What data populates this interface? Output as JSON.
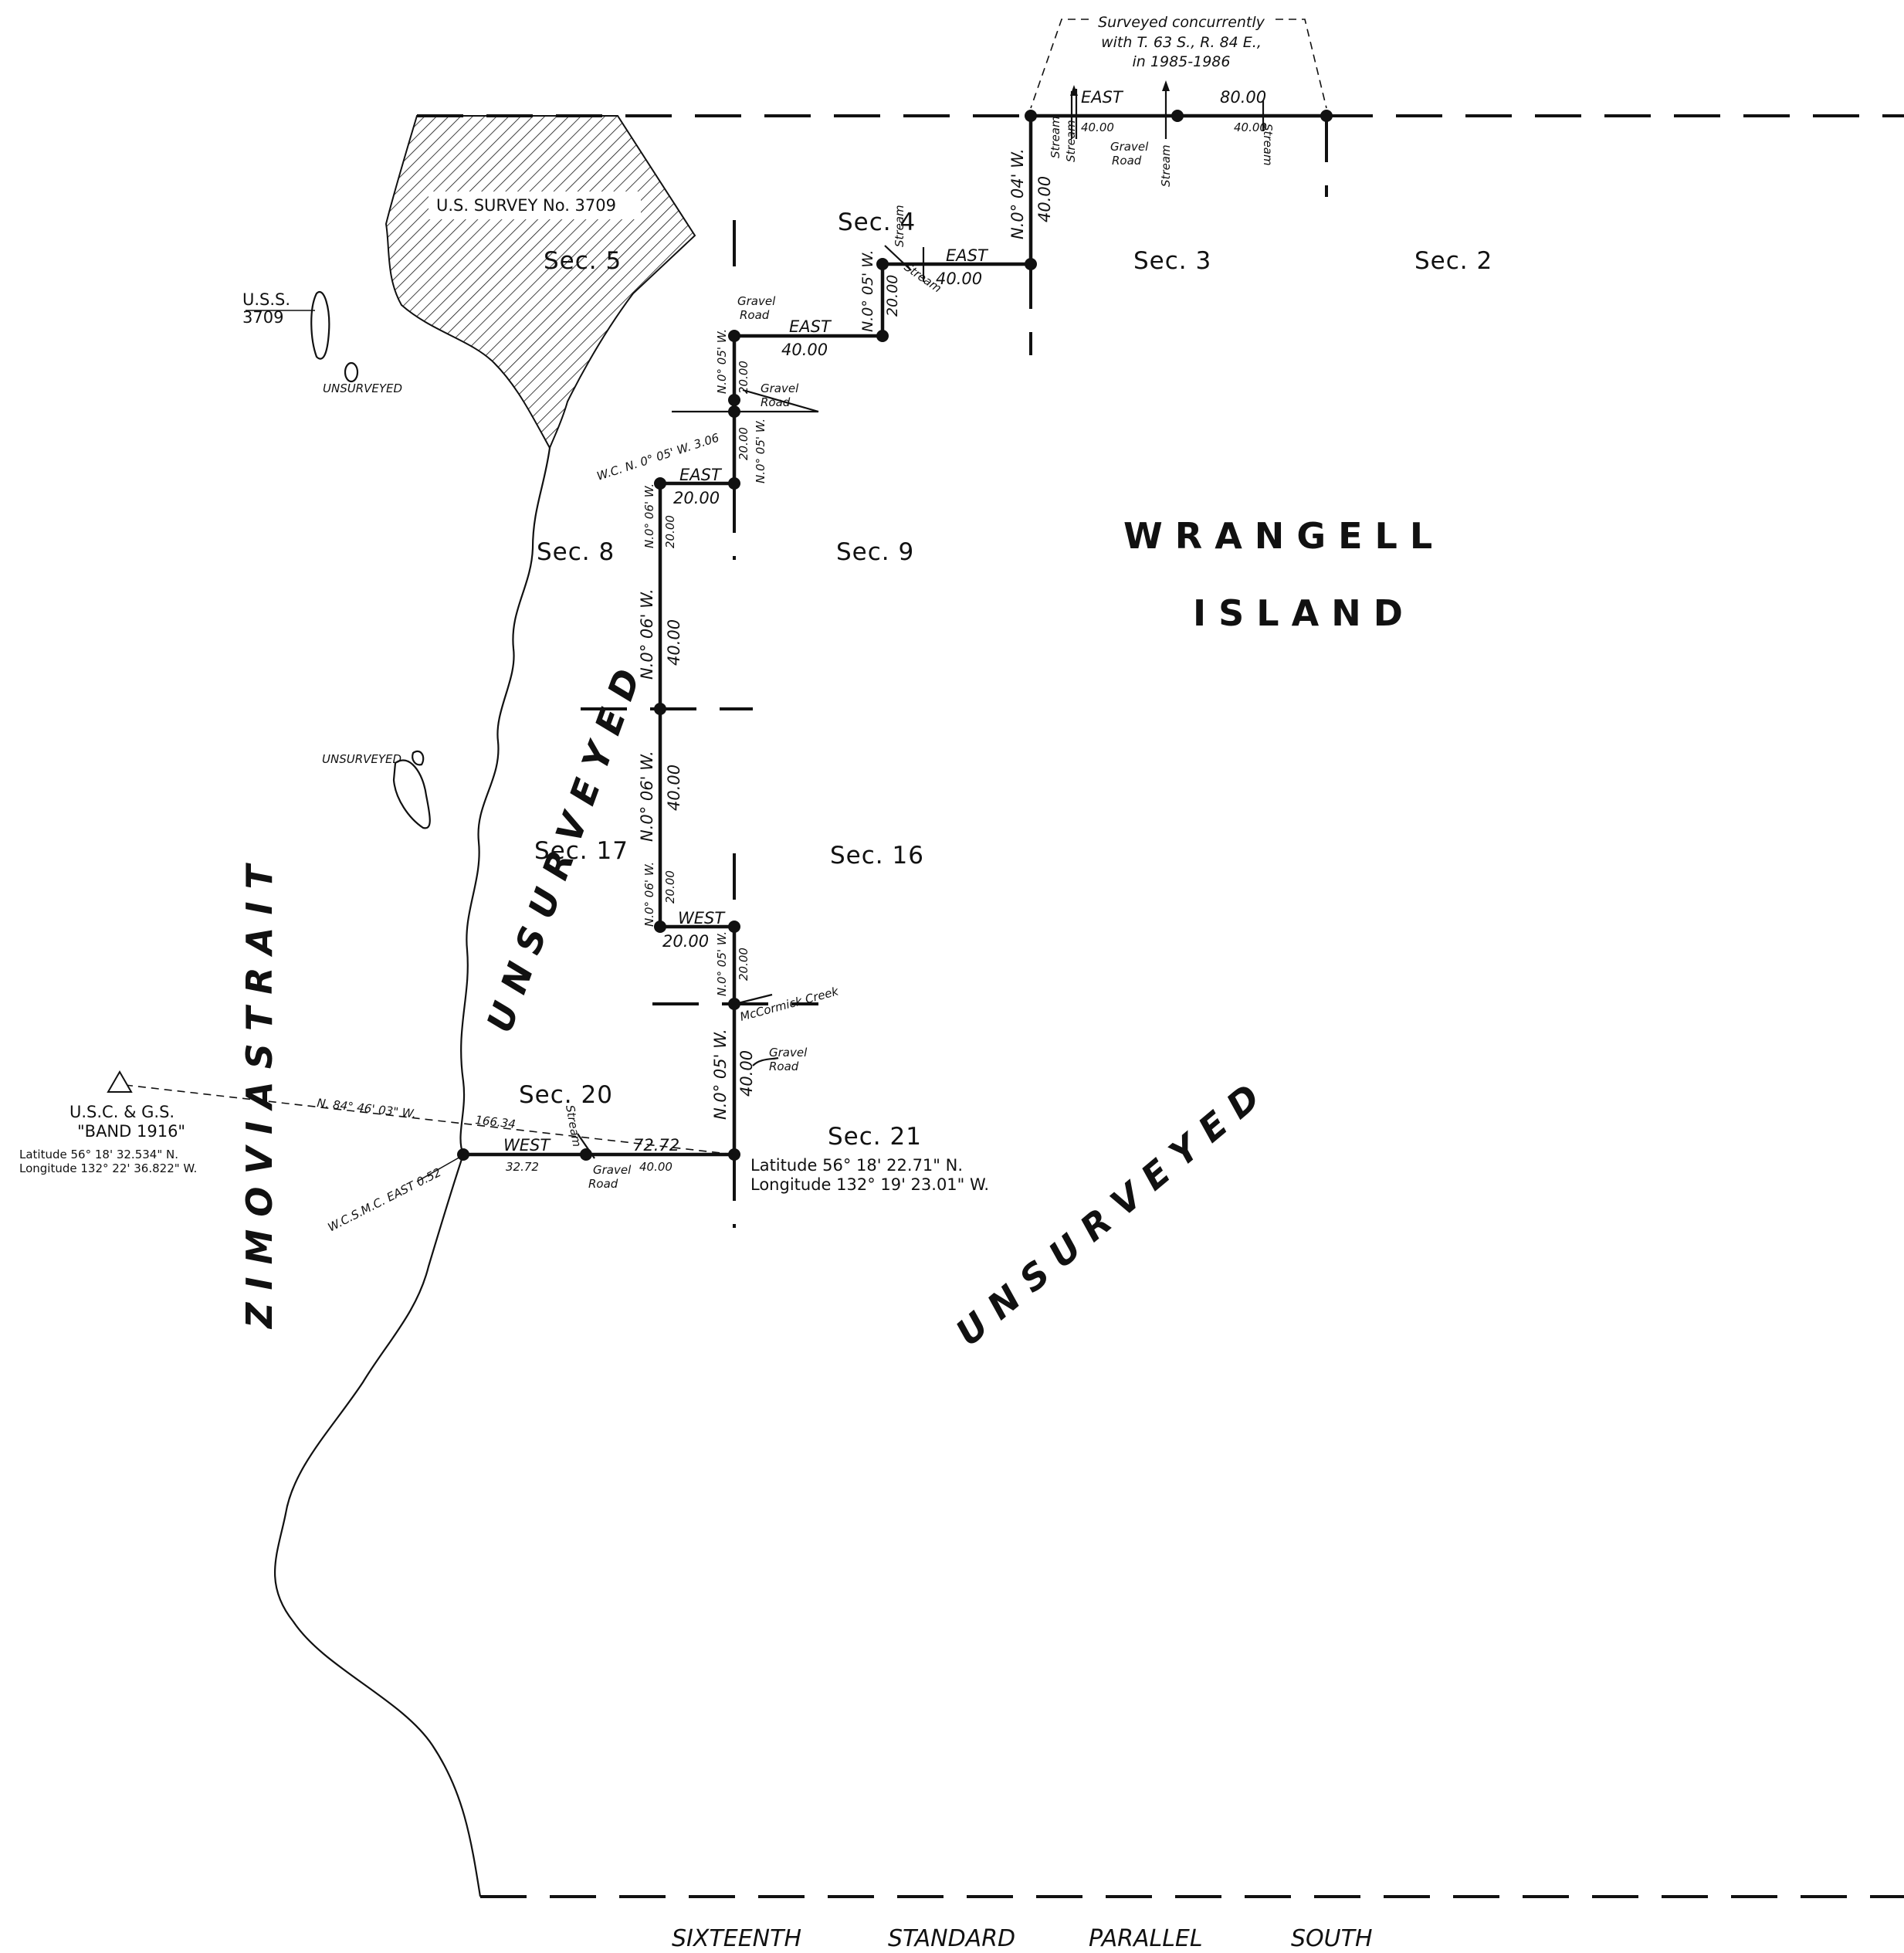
{
  "map": {
    "sections": {
      "s2": "Sec.  2",
      "s3": "Sec.  3",
      "s4": "Sec.  4",
      "s5": "Sec.  5",
      "s8": "Sec.  8",
      "s9": "Sec.  9",
      "s16": "Sec.  16",
      "s17": "Sec.  17",
      "s20": "Sec.  20",
      "s21": "Sec.  21"
    },
    "region_labels": {
      "wrangell": "W R A N G E L L",
      "island": "I S L A N D",
      "zimovia": "Z I M O V I A   S T R A I T",
      "unsurveyed_west": "U N S U R V E Y E D",
      "unsurveyed_east": "U N S U R V E Y E D",
      "unsurveyed_small_1": "UNSURVEYED",
      "unsurveyed_small_2": "UNSURVEYED"
    },
    "survey": {
      "uss_label": "U.S. SURVEY No. 3709",
      "uss_small_1": "U.S.S.",
      "uss_small_2": "3709"
    },
    "concurrent_note": {
      "line1": "Surveyed concurrently",
      "line2": "with T. 63 S., R. 84 E.,",
      "line3": "in 1985-1986"
    },
    "bearings": {
      "top_east": "EAST",
      "top_8000": "80.00",
      "top_4000_a": "40.00",
      "top_4000_b": "40.00",
      "n004w": "N.0° 04' W.",
      "n004w_dist": "40.00",
      "sec4_east": "EAST",
      "sec4_east_dist": "40.00",
      "n005w_a": "N.0° 05' W.",
      "n005w_a_dist": "20.00",
      "sec5_east": "EAST",
      "sec5_east_dist": "40.00",
      "n005w_b": "N.0° 05' W.",
      "n005w_b_dist": "20.00",
      "wc_note": "W.C. N. 0° 05' W. 3.06",
      "n005w_c": "N.0° 05' W.",
      "n005w_c_dist": "20.00",
      "sec8_east": "EAST",
      "sec8_east_dist": "20.00",
      "n006w_a": "N.0° 06' W.",
      "n006w_a_dist": "20.00",
      "n006w_b": "N.0° 06' W.",
      "n006w_b_dist": "40.00",
      "n006w_c": "N.0° 06' W.",
      "n006w_c_dist": "40.00",
      "n006w_d": "N.0° 06' W.",
      "n006w_d_dist": "20.00",
      "sec17_west": "WEST",
      "sec17_west_dist": "20.00",
      "n005w_d": "N.0° 05' W.",
      "n005w_d_dist": "20.00",
      "n005w_e": "N.0° 05' W.",
      "n005w_e_dist": "40.00",
      "bottom_west": "WEST",
      "bottom_3272": "32.72",
      "bottom_7272": "72.72",
      "bottom_4000": "40.00",
      "tie_bearing": "N. 84° 46' 03\" W.",
      "tie_dist": "166.34",
      "wcsmc": "W.C.S.M.C. EAST 0.52"
    },
    "features": {
      "stream": "Stream",
      "gravel": "Gravel",
      "road": "Road",
      "mccormick": "McCormick Creek"
    },
    "station": {
      "name1": "U.S.C. & G.S.",
      "name2": "\"BAND 1916\"",
      "lat": "Latitude    56° 18' 32.534\" N.",
      "lon": "Longitude  132° 22' 36.822\" W."
    },
    "corner_coords": {
      "lat": "Latitude      56° 18' 22.71\" N.",
      "lon": "Longitude  132° 19' 23.01\" W."
    },
    "parallel": {
      "w1": "SIXTEENTH",
      "w2": "STANDARD",
      "w3": "PARALLEL",
      "w4": "SOUTH"
    }
  }
}
